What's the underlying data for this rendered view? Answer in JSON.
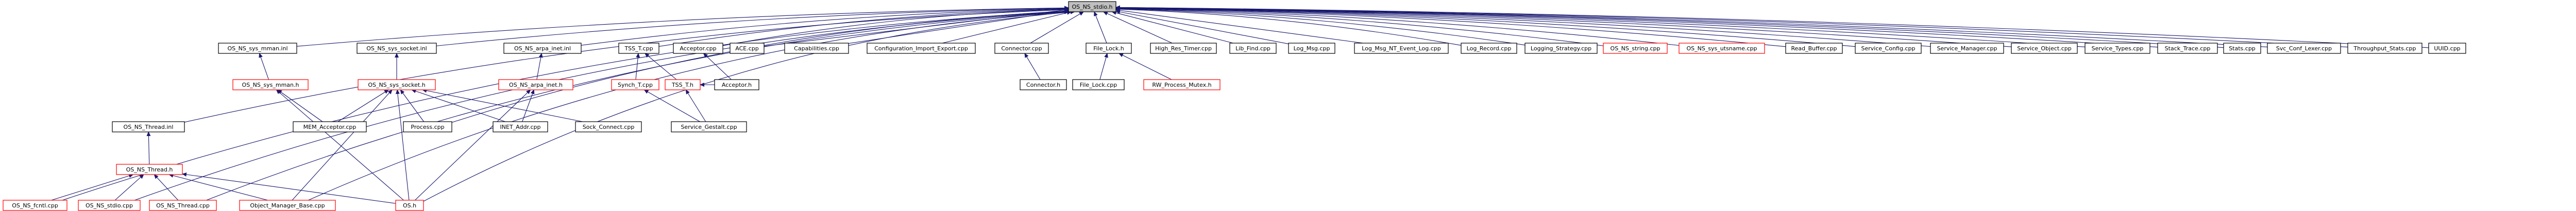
{
  "colors": {
    "edge": "#191970",
    "border_normal": "#000000",
    "border_link": "#ff0000",
    "root_fill": "#bfbfbf",
    "text": "#000000"
  },
  "graph": {
    "root": "OS_NS_stdio.h",
    "nodes": [
      {
        "id": "root",
        "label": "OS_NS_stdio.h",
        "style": "root"
      },
      {
        "id": "sys_mman_inl",
        "label": "OS_NS_sys_mman.inl",
        "style": "normal"
      },
      {
        "id": "sys_socket_inl",
        "label": "OS_NS_sys_socket.inl",
        "style": "normal"
      },
      {
        "id": "arpa_inet_inl",
        "label": "OS_NS_arpa_inet.inl",
        "style": "normal"
      },
      {
        "id": "tss_t_cpp",
        "label": "TSS_T.cpp",
        "style": "normal"
      },
      {
        "id": "acceptor_cpp",
        "label": "Acceptor.cpp",
        "style": "normal"
      },
      {
        "id": "ace_cpp",
        "label": "ACE.cpp",
        "style": "normal"
      },
      {
        "id": "capabilities_cpp",
        "label": "Capabilities.cpp",
        "style": "normal"
      },
      {
        "id": "config_import_cpp",
        "label": "Configuration_Import_Export.cpp",
        "style": "normal"
      },
      {
        "id": "connector_cpp",
        "label": "Connector.cpp",
        "style": "normal"
      },
      {
        "id": "file_lock_h",
        "label": "File_Lock.h",
        "style": "normal"
      },
      {
        "id": "high_res_timer_cpp",
        "label": "High_Res_Timer.cpp",
        "style": "normal"
      },
      {
        "id": "lib_find_cpp",
        "label": "Lib_Find.cpp",
        "style": "normal"
      },
      {
        "id": "log_msg_cpp",
        "label": "Log_Msg.cpp",
        "style": "normal"
      },
      {
        "id": "log_msg_nt_cpp",
        "label": "Log_Msg_NT_Event_Log.cpp",
        "style": "normal"
      },
      {
        "id": "log_record_cpp",
        "label": "Log_Record.cpp",
        "style": "normal"
      },
      {
        "id": "logging_strategy_cpp",
        "label": "Logging_Strategy.cpp",
        "style": "normal"
      },
      {
        "id": "os_ns_string_cpp",
        "label": "OS_NS_string.cpp",
        "style": "link"
      },
      {
        "id": "sys_utsname_cpp",
        "label": "OS_NS_sys_utsname.cpp",
        "style": "link"
      },
      {
        "id": "read_buffer_cpp",
        "label": "Read_Buffer.cpp",
        "style": "normal"
      },
      {
        "id": "service_config_cpp",
        "label": "Service_Config.cpp",
        "style": "normal"
      },
      {
        "id": "service_manager_cpp",
        "label": "Service_Manager.cpp",
        "style": "normal"
      },
      {
        "id": "service_object_cpp",
        "label": "Service_Object.cpp",
        "style": "normal"
      },
      {
        "id": "service_types_cpp",
        "label": "Service_Types.cpp",
        "style": "normal"
      },
      {
        "id": "stack_trace_cpp",
        "label": "Stack_Trace.cpp",
        "style": "normal"
      },
      {
        "id": "stats_cpp",
        "label": "Stats.cpp",
        "style": "normal"
      },
      {
        "id": "svc_conf_lexer_cpp",
        "label": "Svc_Conf_Lexer.cpp",
        "style": "normal"
      },
      {
        "id": "throughput_stats_cpp",
        "label": "Throughput_Stats.cpp",
        "style": "normal"
      },
      {
        "id": "uuid_cpp",
        "label": "UUID.cpp",
        "style": "normal"
      },
      {
        "id": "sys_mman_h",
        "label": "OS_NS_sys_mman.h",
        "style": "link"
      },
      {
        "id": "sys_socket_h",
        "label": "OS_NS_sys_socket.h",
        "style": "link"
      },
      {
        "id": "arpa_inet_h",
        "label": "OS_NS_arpa_inet.h",
        "style": "link"
      },
      {
        "id": "synch_t_cpp",
        "label": "Synch_T.cpp",
        "style": "link"
      },
      {
        "id": "tss_t_h",
        "label": "TSS_T.h",
        "style": "link"
      },
      {
        "id": "acceptor_h",
        "label": "Acceptor.h",
        "style": "normal"
      },
      {
        "id": "connector_h",
        "label": "Connector.h",
        "style": "normal"
      },
      {
        "id": "file_lock_cpp",
        "label": "File_Lock.cpp",
        "style": "normal"
      },
      {
        "id": "rw_process_mutex_h",
        "label": "RW_Process_Mutex.h",
        "style": "link"
      },
      {
        "id": "thread_inl",
        "label": "OS_NS_Thread.inl",
        "style": "normal"
      },
      {
        "id": "mem_acceptor_cpp",
        "label": "MEM_Acceptor.cpp",
        "style": "normal"
      },
      {
        "id": "process_cpp",
        "label": "Process.cpp",
        "style": "normal"
      },
      {
        "id": "inet_addr_cpp",
        "label": "INET_Addr.cpp",
        "style": "normal"
      },
      {
        "id": "sock_connect_cpp",
        "label": "Sock_Connect.cpp",
        "style": "normal"
      },
      {
        "id": "service_gestalt_cpp",
        "label": "Service_Gestalt.cpp",
        "style": "normal"
      },
      {
        "id": "thread_h",
        "label": "OS_NS_Thread.h",
        "style": "link"
      },
      {
        "id": "os_ns_fcntl_cpp",
        "label": "OS_NS_fcntl.cpp",
        "style": "link"
      },
      {
        "id": "os_ns_stdio_cpp",
        "label": "OS_NS_stdio.cpp",
        "style": "link"
      },
      {
        "id": "os_ns_thread_cpp",
        "label": "OS_NS_Thread.cpp",
        "style": "link"
      },
      {
        "id": "object_manager_cpp",
        "label": "Object_Manager_Base.cpp",
        "style": "link"
      },
      {
        "id": "os_h",
        "label": "OS.h",
        "style": "link"
      }
    ],
    "edges": [
      [
        "root",
        "sys_mman_inl"
      ],
      [
        "root",
        "sys_socket_inl"
      ],
      [
        "root",
        "arpa_inet_inl"
      ],
      [
        "root",
        "tss_t_cpp"
      ],
      [
        "root",
        "acceptor_cpp"
      ],
      [
        "root",
        "ace_cpp"
      ],
      [
        "root",
        "capabilities_cpp"
      ],
      [
        "root",
        "config_import_cpp"
      ],
      [
        "root",
        "connector_cpp"
      ],
      [
        "root",
        "file_lock_h"
      ],
      [
        "root",
        "high_res_timer_cpp"
      ],
      [
        "root",
        "lib_find_cpp"
      ],
      [
        "root",
        "log_msg_cpp"
      ],
      [
        "root",
        "log_msg_nt_cpp"
      ],
      [
        "root",
        "log_record_cpp"
      ],
      [
        "root",
        "logging_strategy_cpp"
      ],
      [
        "root",
        "os_ns_string_cpp"
      ],
      [
        "root",
        "sys_utsname_cpp"
      ],
      [
        "root",
        "read_buffer_cpp"
      ],
      [
        "root",
        "service_config_cpp"
      ],
      [
        "root",
        "service_manager_cpp"
      ],
      [
        "root",
        "service_object_cpp"
      ],
      [
        "root",
        "service_types_cpp"
      ],
      [
        "root",
        "stack_trace_cpp"
      ],
      [
        "root",
        "stats_cpp"
      ],
      [
        "root",
        "svc_conf_lexer_cpp"
      ],
      [
        "root",
        "throughput_stats_cpp"
      ],
      [
        "root",
        "uuid_cpp"
      ],
      [
        "root",
        "thread_inl"
      ],
      [
        "root",
        "os_ns_fcntl_cpp"
      ],
      [
        "root",
        "os_ns_stdio_cpp"
      ],
      [
        "root",
        "os_ns_thread_cpp"
      ],
      [
        "root",
        "process_cpp"
      ],
      [
        "root",
        "os_h"
      ],
      [
        "root",
        "object_manager_cpp"
      ],
      [
        "sys_mman_inl",
        "sys_mman_h"
      ],
      [
        "sys_socket_inl",
        "sys_socket_h"
      ],
      [
        "arpa_inet_inl",
        "arpa_inet_h"
      ],
      [
        "tss_t_cpp",
        "synch_t_cpp"
      ],
      [
        "tss_t_cpp",
        "tss_t_h"
      ],
      [
        "acceptor_cpp",
        "acceptor_h"
      ],
      [
        "connector_cpp",
        "connector_h"
      ],
      [
        "file_lock_h",
        "file_lock_cpp"
      ],
      [
        "file_lock_h",
        "rw_process_mutex_h"
      ],
      [
        "sys_mman_h",
        "mem_acceptor_cpp"
      ],
      [
        "sys_mman_h",
        "os_h"
      ],
      [
        "sys_socket_h",
        "mem_acceptor_cpp"
      ],
      [
        "sys_socket_h",
        "process_cpp"
      ],
      [
        "sys_socket_h",
        "inet_addr_cpp"
      ],
      [
        "sys_socket_h",
        "sock_connect_cpp"
      ],
      [
        "sys_socket_h",
        "os_h"
      ],
      [
        "sys_socket_h",
        "object_manager_cpp"
      ],
      [
        "arpa_inet_h",
        "inet_addr_cpp"
      ],
      [
        "arpa_inet_h",
        "os_h"
      ],
      [
        "tss_t_h",
        "acceptor_h"
      ],
      [
        "tss_t_h",
        "service_gestalt_cpp"
      ],
      [
        "synch_t_cpp",
        "service_gestalt_cpp"
      ],
      [
        "thread_inl",
        "thread_h"
      ],
      [
        "thread_h",
        "os_ns_fcntl_cpp"
      ],
      [
        "thread_h",
        "os_ns_stdio_cpp"
      ],
      [
        "thread_h",
        "os_ns_thread_cpp"
      ],
      [
        "thread_h",
        "object_manager_cpp"
      ],
      [
        "thread_h",
        "os_h"
      ]
    ]
  }
}
